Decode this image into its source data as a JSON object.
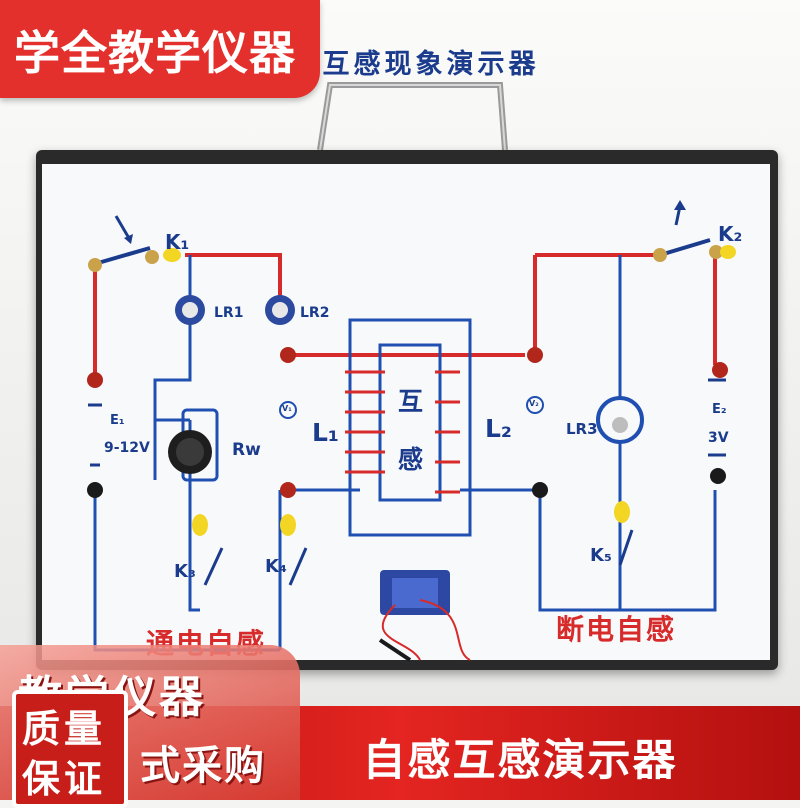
{
  "brand": {
    "tag": "学全教学仪器"
  },
  "board": {
    "title": "自感互感现象演示器",
    "labels": {
      "k1": "K₁",
      "k2": "K₂",
      "k3": "K₃",
      "k4": "K₄",
      "k5": "K₅",
      "lr1": "LR1",
      "lr2": "LR2",
      "lr3": "LR3",
      "e1": "E₁",
      "e1_voltage": "9-12V",
      "e2": "E₂",
      "e2_voltage": "3V",
      "rw": "Rw",
      "l1": "L₁",
      "l2": "L₂",
      "mutual_1": "互",
      "mutual_2": "感",
      "v1": "V₁",
      "v2": "V₂"
    },
    "sections": {
      "left": "通电自感",
      "right": "断电自感"
    }
  },
  "promo": {
    "line1": "教学仪器",
    "line2": "式采购"
  },
  "badge": {
    "line1": "质量",
    "line2": "保证"
  },
  "caption": "自感互感演示器",
  "colors": {
    "brand_red": "#e4302c",
    "wire_red": "#d72a2a",
    "wire_blue": "#1f4fb0",
    "caption_band": "#e42521"
  }
}
